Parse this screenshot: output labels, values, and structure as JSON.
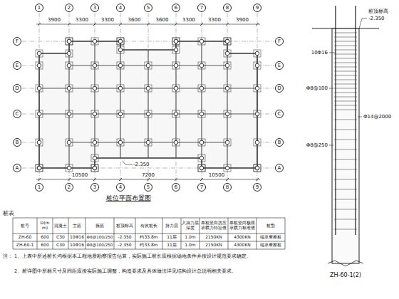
{
  "diagram": {
    "nodes": [
      {
        "text": [
          "1"
        ]
      },
      {
        "text": [
          "2"
        ]
      },
      {
        "text": [
          "3"
        ]
      },
      {
        "text": [
          "4"
        ]
      },
      {
        "text": [
          "5"
        ]
      },
      {
        "text": [
          "6"
        ]
      },
      {
        "text": [
          "7"
        ]
      },
      {
        "text": [
          "8"
        ]
      },
      {
        "text": [
          "9"
        ]
      },
      {
        "text": [
          "F"
        ]
      },
      {
        "text": [
          "E"
        ]
      },
      {
        "text": [
          "D"
        ]
      },
      {
        "text": [
          "C"
        ]
      },
      {
        "text": [
          "B"
        ]
      },
      {
        "text": [
          "A"
        ]
      },
      {
        "text": [
          "F"
        ]
      },
      {
        "text": [
          "E"
        ]
      },
      {
        "text": [
          "D"
        ]
      },
      {
        "text": [
          "C"
        ]
      },
      {
        "text": [
          "B"
        ]
      },
      {
        "text": [
          "A"
        ]
      },
      {
        "text": [
          "1"
        ]
      },
      {
        "text": [
          "2"
        ]
      },
      {
        "text": [
          "3"
        ]
      },
      {
        "text": [
          "4"
        ]
      },
      {
        "text": [
          "5"
        ]
      },
      {
        "text": [
          "6"
        ]
      },
      {
        "text": [
          "7"
        ]
      },
      {
        "text": [
          "8"
        ]
      },
      {
        "text": [
          "9"
        ]
      }
    ],
    "labels": [
      "桩位平面布置图",
      "-2.350",
      "3900",
      "3300",
      "3300",
      "3600",
      "3600",
      "3300",
      "3300",
      "3900",
      "10500",
      "7200",
      "10500",
      "ZH-60-1(2)",
      "10Φ16",
      "Φ8@100",
      "Φ8@250",
      "Φ14@2000",
      "桩顶标高",
      "-2.350",
      "桩表",
      "桩号",
      "D(mm)",
      "混凝土",
      "主筋",
      "箍筋",
      "桩顶标高",
      "有效桩长",
      "持力层",
      "入持力层深度",
      "单桩竖向抗压承载力特征值",
      "单桩竖向极限承载力标准值",
      "桩型",
      "ZH-60",
      "600",
      "C30",
      "10Φ16",
      "Φ8@100/250",
      "-2.350",
      "约33.8m",
      "11层",
      "1.0m",
      "2150KN",
      "4300KN",
      "端承摩擦桩",
      "ZH-60-1",
      "600",
      "C30",
      "10Φ16",
      "Φ8@100/250",
      "-2.350",
      "约33.8m",
      "11层",
      "1.0m",
      "2150KN",
      "4300KN",
      "端承摩擦桩",
      "注：",
      "1、上表中所述桩长均根据本工程地质勘察报告估算，实际施工桩长应根据场地条件并按设计规范要求确定。",
      "2、桩详图中所标尺寸及间距应按实际施工调整，构造要求及具体做法详见结构设计总说明相关要求。"
    ]
  }
}
